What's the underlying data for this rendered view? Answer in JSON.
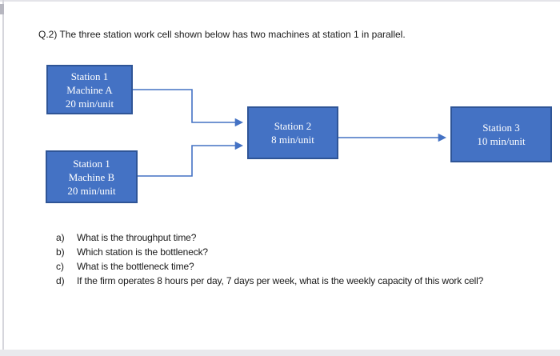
{
  "page": {
    "title": "Q.2) The three station work cell shown below has two machines at station 1 in parallel."
  },
  "colors": {
    "node_fill": "#4472C4",
    "node_border": "#2F5597",
    "node_text": "#FFFFFF",
    "connector": "#4472C4",
    "body_text": "#1A1A1A",
    "page_edge": "#D6D6DC"
  },
  "diagram": {
    "nodes": [
      {
        "id": "station1-machine-a",
        "lines": [
          "Station 1",
          "Machine A",
          "20 min/unit"
        ]
      },
      {
        "id": "station1-machine-b",
        "lines": [
          "Station 1",
          "Machine B",
          "20 min/unit"
        ]
      },
      {
        "id": "station2",
        "lines": [
          "Station 2",
          "8 min/unit"
        ]
      },
      {
        "id": "station3",
        "lines": [
          "Station 3",
          "10 min/unit"
        ]
      }
    ]
  },
  "questions": [
    {
      "label": "a)",
      "text": "What is the throughput time?"
    },
    {
      "label": "b)",
      "text": "Which station is the bottleneck?"
    },
    {
      "label": "c)",
      "text": "What is the bottleneck time?"
    },
    {
      "label": "d)",
      "text": "If the firm operates 8 hours per day, 7 days per week, what is the weekly capacity of this work cell?"
    }
  ]
}
